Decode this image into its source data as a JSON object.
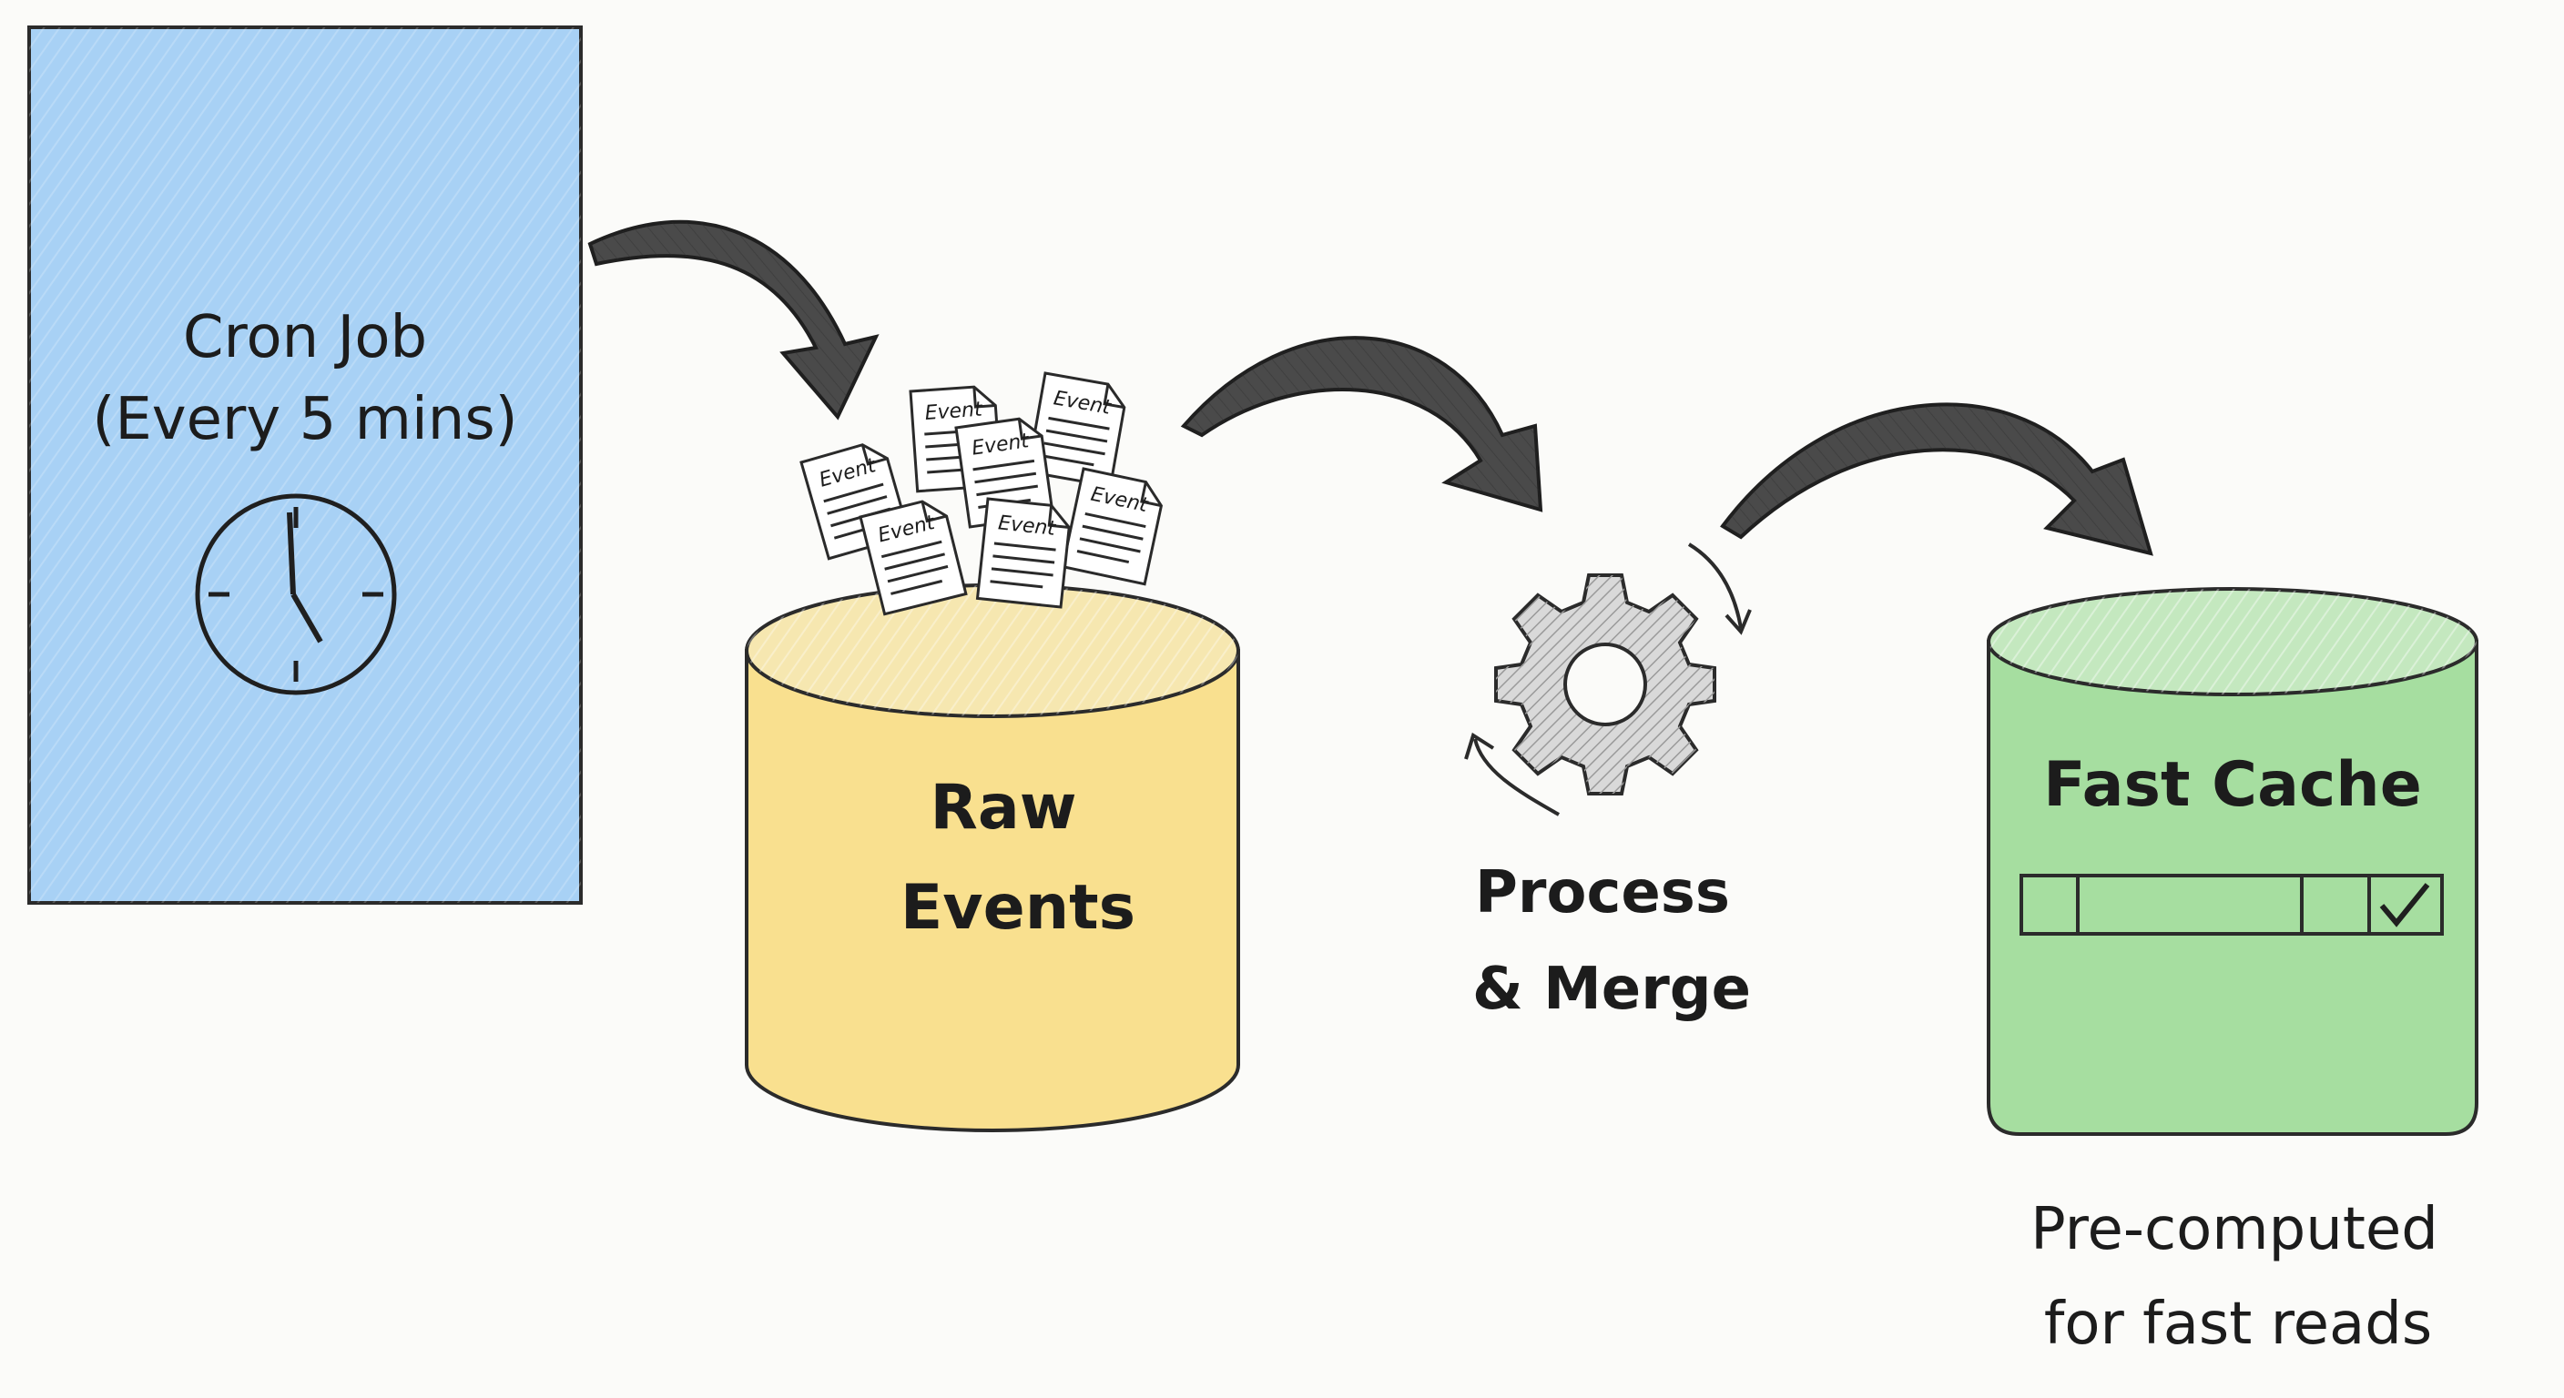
{
  "cron": {
    "title": "Cron Job",
    "subtitle": "(Every 5 mins)",
    "icon": "clock-icon",
    "color": "#a8d1f5"
  },
  "raw_events": {
    "label_line1": "Raw",
    "label_line2": "Events",
    "doc_label": "Event",
    "color": "#f9e08f"
  },
  "process": {
    "label_line1": "Process",
    "label_line2": "& Merge",
    "icon": "gear-icon"
  },
  "cache": {
    "label": "Fast Cache",
    "caption_line1": "Pre-computed",
    "caption_line2": "for fast reads",
    "icon": "checkmark-icon",
    "color": "#a6dea0"
  },
  "arrow_color": "#4a4a4a"
}
